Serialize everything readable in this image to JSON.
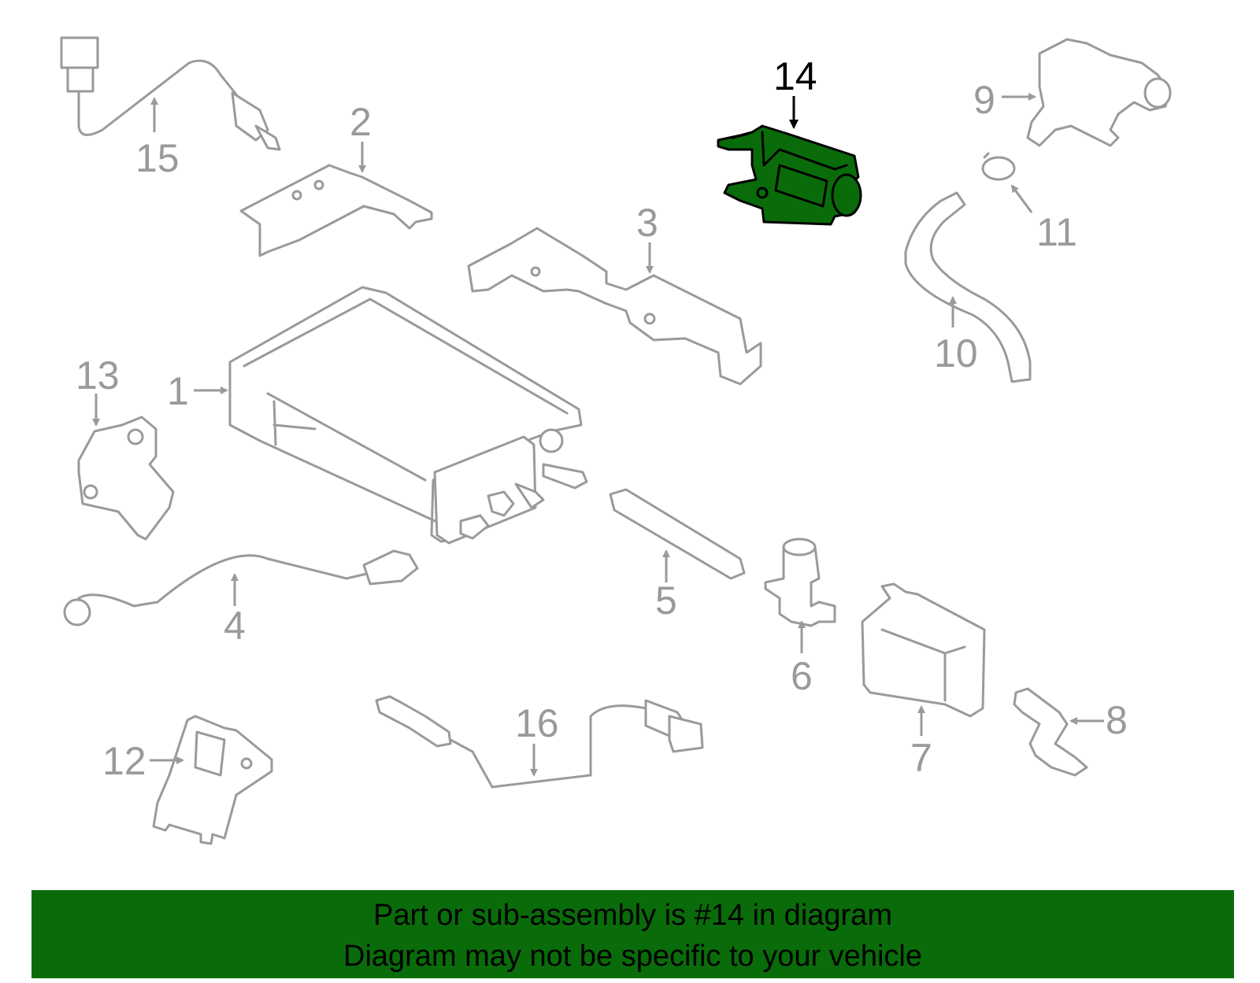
{
  "colors": {
    "highlight": "#0a6b0a",
    "part_outline": "#9a9a9a",
    "active_label": "#000000",
    "banner_bg": "#0a6b0a"
  },
  "diagram": {
    "highlighted_part": "14",
    "callouts": {
      "c1": "1",
      "c2": "2",
      "c3": "3",
      "c4": "4",
      "c5": "5",
      "c6": "6",
      "c7": "7",
      "c8": "8",
      "c9": "9",
      "c10": "10",
      "c11": "11",
      "c12": "12",
      "c13": "13",
      "c14": "14",
      "c15": "15",
      "c16": "16"
    }
  },
  "banner": {
    "line1": "Part or sub-assembly is #14 in diagram",
    "line2": "Diagram may not be specific to your vehicle"
  }
}
